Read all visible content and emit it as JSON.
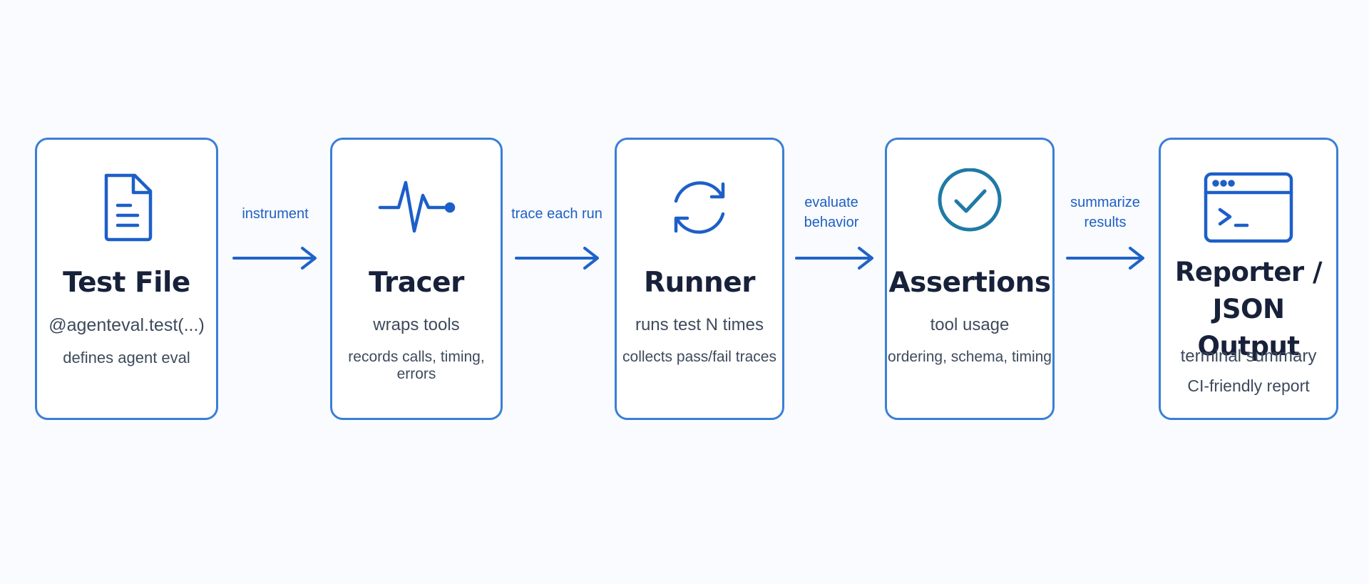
{
  "colors": {
    "box_border": "#3a7fd6",
    "arrow": "#1f63c9",
    "icon_blue": "#1c5fc8",
    "icon_teal": "#1f7aa5",
    "title_text": "#17213a",
    "body_text": "#3e4a5c",
    "label_text": "#1f5fc4"
  },
  "stages": [
    {
      "icon": "document-icon",
      "title": "Test File",
      "line1": "@agenteval.test(...)",
      "line2": "defines agent eval"
    },
    {
      "icon": "waveform-icon",
      "title": "Tracer",
      "line1": "wraps tools",
      "line2": "records calls, timing, errors"
    },
    {
      "icon": "refresh-icon",
      "title": "Runner",
      "line1": "runs test N times",
      "line2": "collects pass/fail traces"
    },
    {
      "icon": "check-circle-icon",
      "title": "Assertions",
      "line1": "tool usage",
      "line2": "ordering, schema, timing"
    },
    {
      "icon": "terminal-icon",
      "title_line1": "Reporter /",
      "title_line2": "JSON Output",
      "line1": "terminal summary",
      "line2": "CI-friendly report"
    }
  ],
  "connectors": [
    {
      "label_line1": "instrument"
    },
    {
      "label_line1": "trace each run"
    },
    {
      "label_line1": "evaluate",
      "label_line2": "behavior"
    },
    {
      "label_line1": "summarize",
      "label_line2": "results"
    }
  ]
}
